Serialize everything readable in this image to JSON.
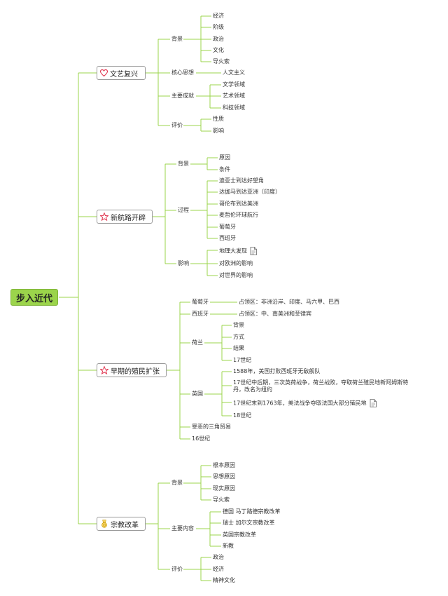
{
  "root": "步入近代",
  "branches": [
    {
      "title": "文艺复兴",
      "icon": "heart-icon",
      "children": [
        {
          "label": "背景",
          "items": [
            "经济",
            "阶级",
            "政治",
            "文化",
            "导火索"
          ]
        },
        {
          "label": "核心思想",
          "items": [
            "人文主义"
          ]
        },
        {
          "label": "主要成就",
          "items": [
            "文学领域",
            "艺术领域",
            "科技领域"
          ]
        },
        {
          "label": "评价",
          "items": [
            "性质",
            "影响"
          ]
        }
      ]
    },
    {
      "title": "新航路开辟",
      "icon": "star-icon",
      "children": [
        {
          "label": "背景",
          "items": [
            "原因",
            "条件"
          ]
        },
        {
          "label": "过程",
          "items": [
            "迪亚士到达好望角",
            "达伽马到达亚洲（印度）",
            "哥伦布到达美洲",
            "麦哲伦环球航行",
            "葡萄牙",
            "西班牙"
          ]
        },
        {
          "label": "影响",
          "items": [
            "地理大发现",
            "对欧洲的影响",
            "对世界的影响"
          ]
        }
      ]
    },
    {
      "title": "早期的殖民扩张",
      "icon": "star-icon",
      "children": [
        {
          "label": "葡萄牙",
          "items": [
            "占领区：非洲沿岸、印度、马六甲、巴西"
          ]
        },
        {
          "label": "西班牙",
          "items": [
            "占领区：中、南美洲和菲律宾"
          ]
        },
        {
          "label": "荷兰",
          "items": [
            "背景",
            "方式",
            "结果",
            "17世纪"
          ]
        },
        {
          "label": "英国",
          "items": [
            "1588年，美国打败西班牙无敌舰队",
            "17世纪中后期，三次英荷战争，荷兰战败，夺取荷兰殖民地新阿姆斯特丹，改名为纽约",
            "17世纪末到1763年，美法战争夺取法国大部分殖民地",
            "18世纪"
          ]
        },
        {
          "label": "罪恶的三角贸易",
          "items": []
        },
        {
          "label": "16世纪",
          "items": []
        }
      ]
    },
    {
      "title": "宗教改革",
      "icon": "medal-icon",
      "children": [
        {
          "label": "背景",
          "items": [
            "根本原因",
            "思想原因",
            "现实原因",
            "导火索"
          ]
        },
        {
          "label": "主要内容",
          "items": [
            "德国 马丁路德宗教改革",
            "瑞士 加尔文宗教改革",
            "英国宗教改革",
            "新教"
          ]
        },
        {
          "label": "评价",
          "items": [
            "政治",
            "经济",
            "精神文化"
          ]
        }
      ]
    }
  ],
  "colors": {
    "line": "#9bd44b",
    "root_fill": "#9bd44b",
    "heart": "#e0334d",
    "star": "#e0334d",
    "medal": "#e8b200"
  }
}
